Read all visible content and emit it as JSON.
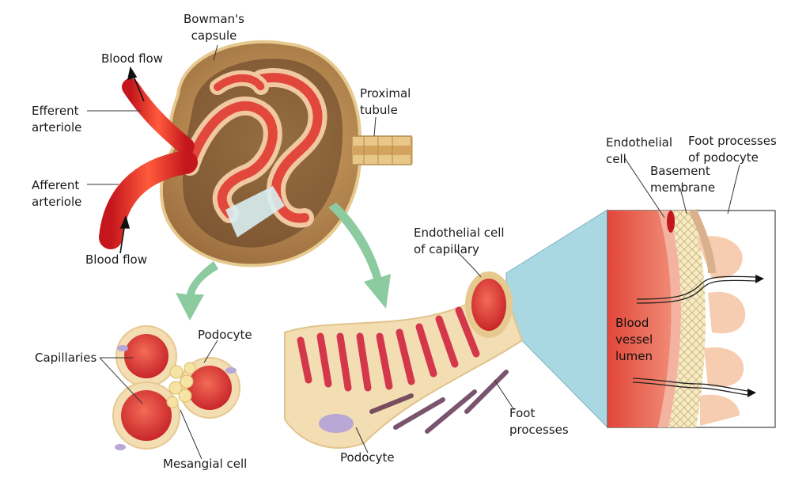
{
  "labels": {
    "bowmans_capsule": [
      "Bowman's",
      "capsule"
    ],
    "blood_flow_top": "Blood flow",
    "efferent_arteriole": [
      "Efferent",
      "arteriole"
    ],
    "afferent_arteriole": [
      "Afferent",
      "arteriole"
    ],
    "blood_flow_bottom": "Blood flow",
    "proximal_tubule": [
      "Proximal",
      "tubule"
    ],
    "endothelial_cell": [
      "Endothelial",
      "cell"
    ],
    "foot_processes_of_podocyte": [
      "Foot processes",
      "of podocyte"
    ],
    "basement_membrane": [
      "Basement",
      "membrane"
    ],
    "endothelial_cell_of_capillary": [
      "Endothelial cell",
      "of capillary"
    ],
    "capillaries": "Capillaries",
    "podocyte_top": "Podocyte",
    "mesangial_cell": "Mesangial cell",
    "podocyte_bottom": "Podocyte",
    "foot_processes": [
      "Foot",
      "processes"
    ],
    "blood_vessel_lumen": [
      "Blood",
      "vessel",
      "lumen"
    ]
  },
  "colors": {
    "artery_red": "#e8382c",
    "capsule_brown": "#8a6a4a",
    "capsule_tan": "#d9b37a",
    "podocyte_tan": "#f3ddb3",
    "zoom_blue": "#a9d8e2",
    "arrow_green": "#8ccaa0",
    "nucleus_purple": "#b9a7d6",
    "basement_yellow": "#f5e6b0",
    "foot_peach": "#f6cdb0"
  },
  "icons": {
    "flow_arrow": "arrow-up-icon",
    "zoom_arrows": "green-curved-arrow-icon"
  }
}
